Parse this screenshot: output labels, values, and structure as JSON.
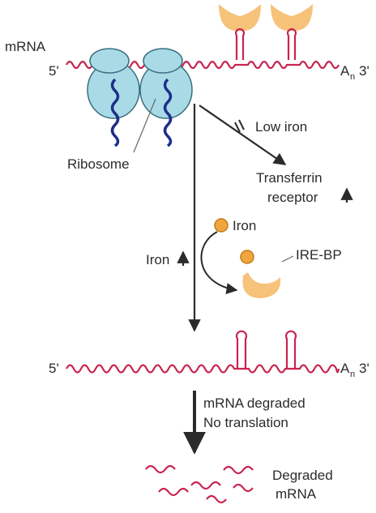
{
  "labels": {
    "mrna": "mRNA",
    "five_prime_top": "5'",
    "an_top": "A",
    "an_sub": "n",
    "three_prime_top": "3'",
    "ribosome": "Ribosome",
    "low_iron": "Low iron",
    "transferrin_line1": "Transferrin",
    "transferrin_line2": "receptor",
    "iron": "Iron",
    "iron_up": "Iron",
    "ire_bp": "IRE-BP",
    "five_prime_bottom": "5'",
    "an_bottom": "A",
    "an_sub_bottom": "n",
    "three_prime_bottom": "3'",
    "degraded_line1": "mRNA degraded",
    "degraded_line2": "No translation",
    "degraded_mrna_line1": "Degraded",
    "degraded_mrna_line2": "mRNA"
  },
  "colors": {
    "mrna": "#c8244f",
    "ribosome_fill": "#a9dbe6",
    "ribosome_stroke": "#3b6f80",
    "protein": "#1d2f8c",
    "iron_fill": "#f0a63c",
    "iron_stroke": "#c27a1a",
    "ire_bp_fill": "#f7c27a",
    "text": "#2b2b2b",
    "arrow": "#2b2b2b"
  }
}
